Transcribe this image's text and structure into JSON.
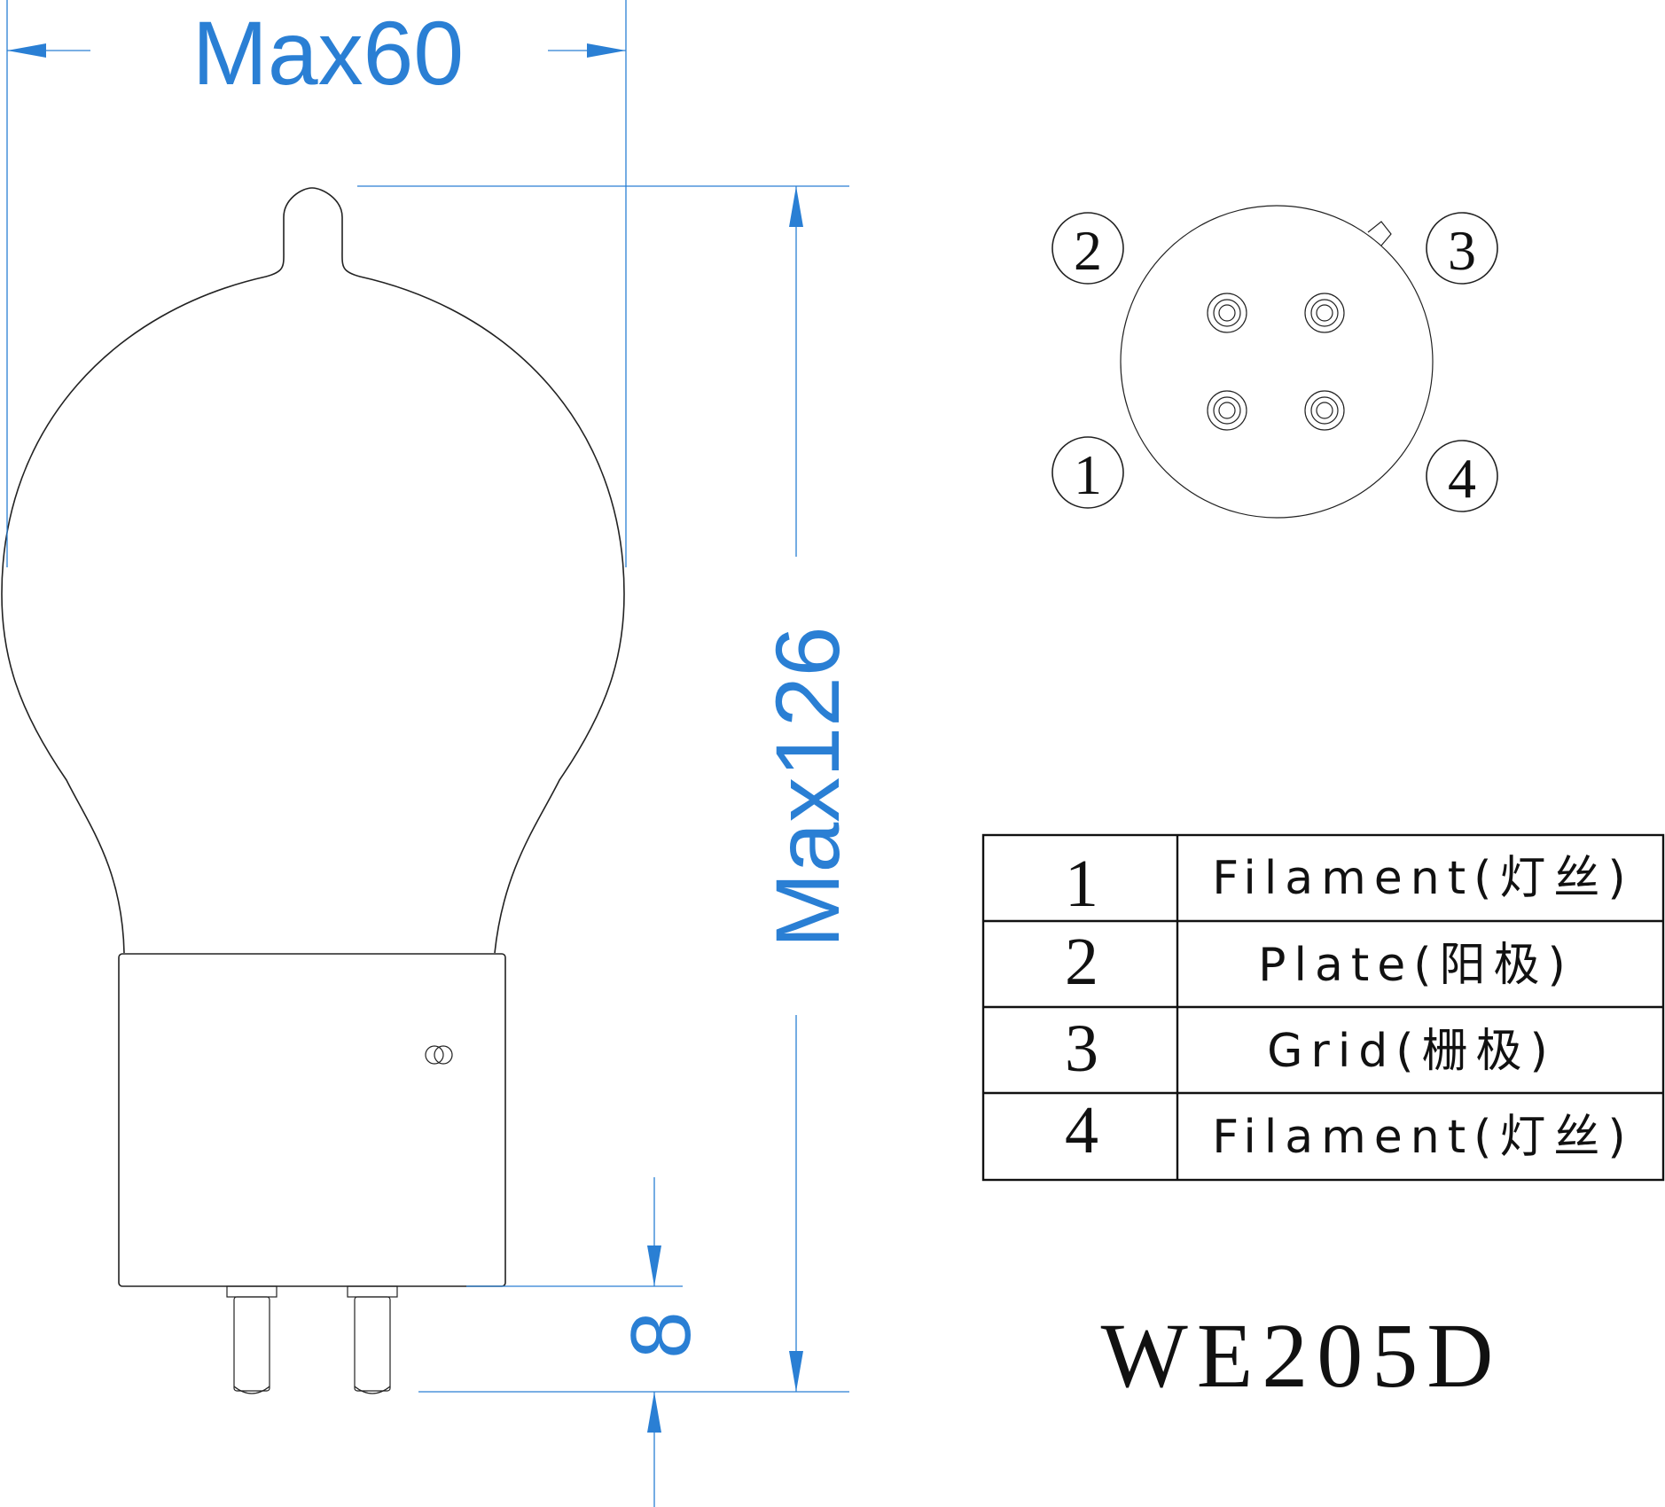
{
  "dimensions": {
    "width_label": "Max60",
    "height_label": "Max126",
    "pin_length_label": "8"
  },
  "base_view": {
    "pin_numbers": [
      "1",
      "2",
      "3",
      "4"
    ]
  },
  "pin_table": {
    "rows": [
      {
        "pin": "1",
        "function": "Filament(灯丝)"
      },
      {
        "pin": "2",
        "function": "Plate(阳极)"
      },
      {
        "pin": "3",
        "function": "Grid(栅极)"
      },
      {
        "pin": "4",
        "function": "Filament(灯丝)"
      }
    ]
  },
  "model": "WE205D",
  "colors": {
    "dimension": "#2a7fd4",
    "outline": "#222222"
  }
}
